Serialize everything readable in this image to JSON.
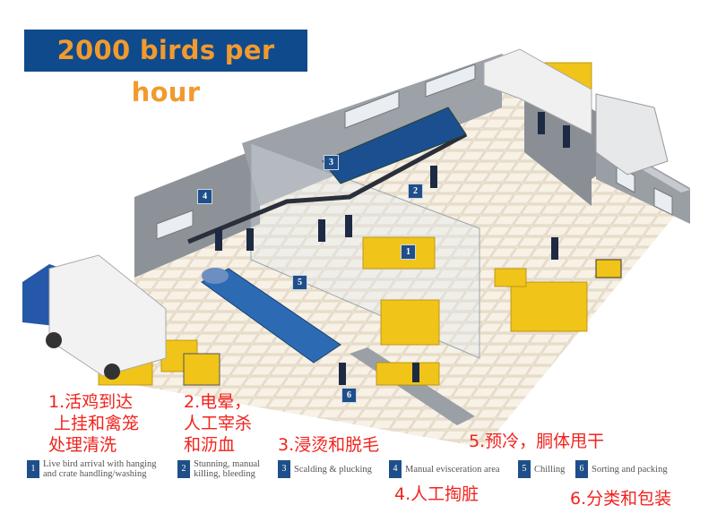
{
  "title": "2000 birds per hour",
  "zones": [
    "1",
    "2",
    "3",
    "4",
    "5",
    "6"
  ],
  "legend": [
    {
      "num": "1",
      "text": "Live bird arrival with hanging and crate handling/washing"
    },
    {
      "num": "2",
      "text": "Stunning, manual killing, bleeding"
    },
    {
      "num": "3",
      "text": "Scalding & plucking"
    },
    {
      "num": "4",
      "text": "Manual evisceration area"
    },
    {
      "num": "5",
      "text": "Chilling"
    },
    {
      "num": "6",
      "text": "Sorting and packing"
    }
  ],
  "annotations": {
    "a1_line1": "1.活鸡到达",
    "a1_line2": "上挂和禽笼",
    "a1_line3": "处理清洗",
    "a2_line1": "2.电晕，",
    "a2_line2": "人工宰杀",
    "a2_line3": "和沥血",
    "a3": "3.浸烫和脱毛",
    "a4": "4.人工掏脏",
    "a5": "5.预冷，胴体甩干",
    "a6": "6.分类和包装"
  },
  "colors": {
    "title_bg": "#0f4a8c",
    "title_fg": "#f29a2e",
    "zone_bg": "#1e4f8a",
    "annotation": "#f2231d"
  }
}
